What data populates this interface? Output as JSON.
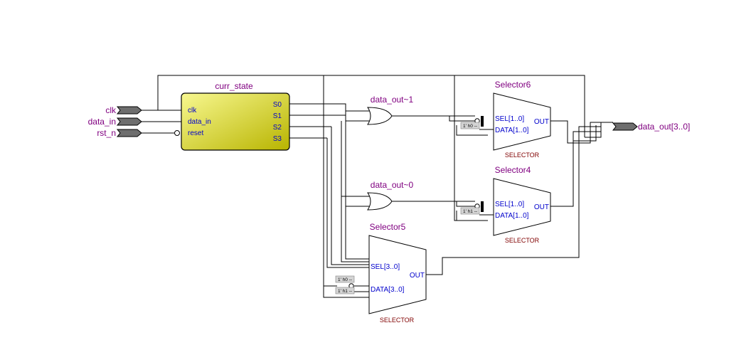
{
  "inputs": [
    {
      "label": "clk"
    },
    {
      "label": "data_in"
    },
    {
      "label": "rst_n"
    }
  ],
  "output": {
    "label": "data_out[3..0]"
  },
  "state_block": {
    "name": "curr_state",
    "inputs": [
      "clk",
      "data_in",
      "reset"
    ],
    "outputs": [
      "S0",
      "S1",
      "S2",
      "S3"
    ]
  },
  "gates": [
    {
      "name": "data_out~1"
    },
    {
      "name": "data_out~0"
    }
  ],
  "selectors": [
    {
      "name": "Selector6",
      "sel": "SEL[1..0]",
      "data": "DATA[1..0]",
      "out": "OUT",
      "type": "SELECTOR",
      "consts": [
        "1' h0 --"
      ]
    },
    {
      "name": "Selector4",
      "sel": "SEL[1..0]",
      "data": "DATA[1..0]",
      "out": "OUT",
      "type": "SELECTOR",
      "consts": [
        "1' h1 --"
      ]
    },
    {
      "name": "Selector5",
      "sel": "SEL[3..0]",
      "data": "DATA[3..0]",
      "out": "OUT",
      "type": "SELECTOR",
      "consts": [
        "1' h0 --",
        "1' h1 --"
      ]
    }
  ],
  "colors": {
    "state_fill_light": "#f8f890",
    "state_fill_dark": "#b8b400",
    "label": "#800080",
    "pin": "#0000cc",
    "caption": "#800000",
    "port_fill": "#6e6e6e"
  }
}
